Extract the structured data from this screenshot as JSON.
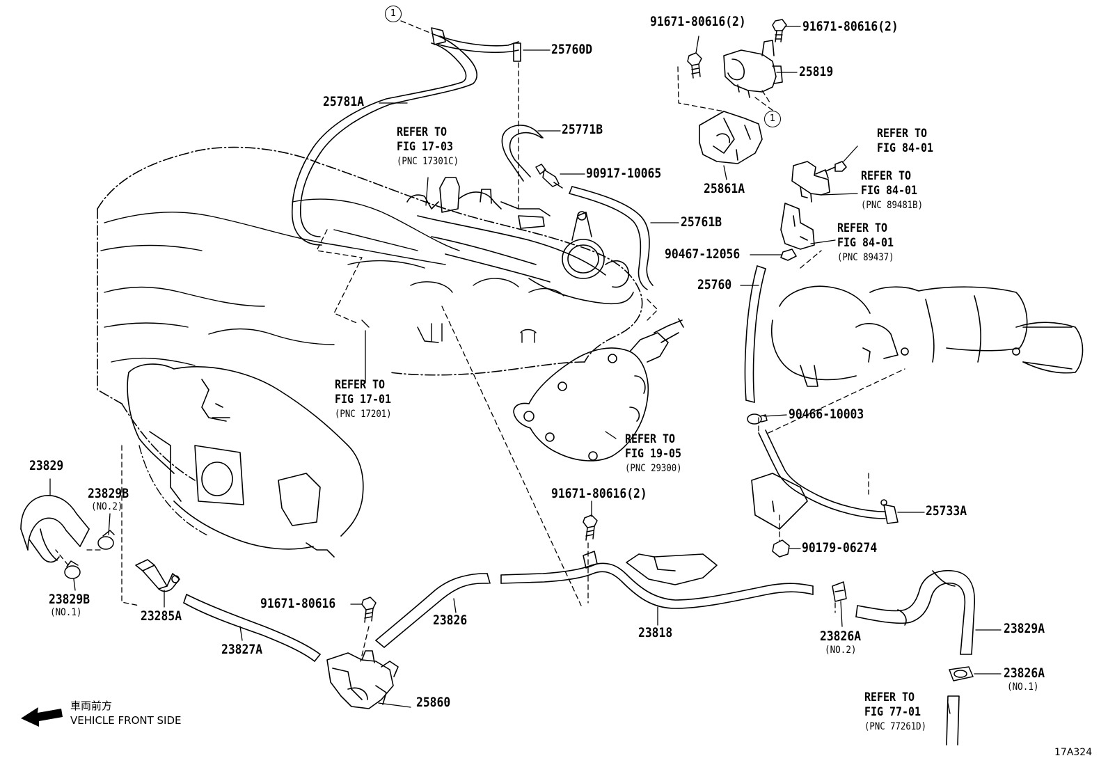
{
  "diagram_id": "17A324",
  "callout_number": "1",
  "parts": {
    "p25760D": "25760D",
    "p25781A": "25781A",
    "p25771B": "25771B",
    "p90917_10065": "90917-10065",
    "p25761B": "25761B",
    "p91671_80616_2_a": "91671-80616(2)",
    "p91671_80616_2_b": "91671-80616(2)",
    "p25819": "25819",
    "p25861A": "25861A",
    "p90467_12056": "90467-12056",
    "p25760": "25760",
    "p90466_10003": "90466-10003",
    "p25733A": "25733A",
    "p90179_06274": "90179-06274",
    "p91671_80616_2_c": "91671-80616(2)",
    "p23829": "23829",
    "p23829B_no2": "23829B",
    "p23829B_no1": "23829B",
    "p23285A": "23285A",
    "p23827A": "23827A",
    "p91671_80616": "91671-80616",
    "p23826": "23826",
    "p23818": "23818",
    "p25860": "25860",
    "p23826A_no2": "23826A",
    "p23829A": "23829A",
    "p23826A_no1": "23826A"
  },
  "notes": {
    "no1": "(NO.1)",
    "no2": "(NO.2)"
  },
  "refs": {
    "fig1703": {
      "l1": "REFER TO",
      "l2": "FIG 17-03",
      "l3": "(PNC 17301C)"
    },
    "fig1701": {
      "l1": "REFER TO",
      "l2": "FIG 17-01",
      "l3": "(PNC 17201)"
    },
    "fig1905": {
      "l1": "REFER TO",
      "l2": "FIG 19-05",
      "l3": "(PNC 29300)"
    },
    "fig8401a": {
      "l1": "REFER TO",
      "l2": "FIG 84-01"
    },
    "fig8401b": {
      "l1": "REFER TO",
      "l2": "FIG 84-01",
      "l3": "(PNC 89481B)"
    },
    "fig8401c": {
      "l1": "REFER TO",
      "l2": "FIG 84-01",
      "l3": "(PNC 89437)"
    },
    "fig7701": {
      "l1": "REFER TO",
      "l2": "FIG 77-01",
      "l3": "(PNC 77261D)"
    }
  },
  "front": {
    "jp": "車両前方",
    "en": "VEHICLE FRONT SIDE"
  },
  "icons": {
    "front_arrow": "front-arrow-icon"
  }
}
